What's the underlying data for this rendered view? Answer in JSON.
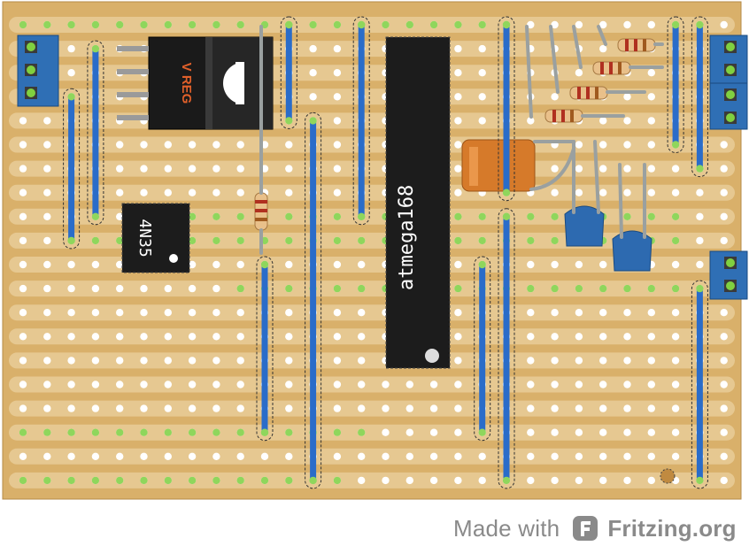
{
  "board": {
    "name": "stripboard",
    "strip_color": "#e6c891",
    "board_color": "#d4aa63",
    "hole_color": "#ffffff",
    "used_hole_color": "#8fd65c",
    "jumper_color": "#2a6cc9",
    "jumper_outline": "#163f7a"
  },
  "components": {
    "voltage_regulator": {
      "label": "V REG"
    },
    "optocoupler": {
      "label": "4N35"
    },
    "microcontroller": {
      "label": "atmega168"
    },
    "resistors": {
      "count": 5
    },
    "capacitor_electrolytic": {
      "color": "#d67a2a"
    },
    "capacitors_ceramic": {
      "count": 2,
      "color": "#2d6ab0"
    },
    "terminal_blocks": {
      "count": 4,
      "color": "#2f6fb5"
    }
  },
  "footer": {
    "made_with": "Made with",
    "brand": "Fritzing.org",
    "logo_icon": "fritzing-logo-icon"
  }
}
